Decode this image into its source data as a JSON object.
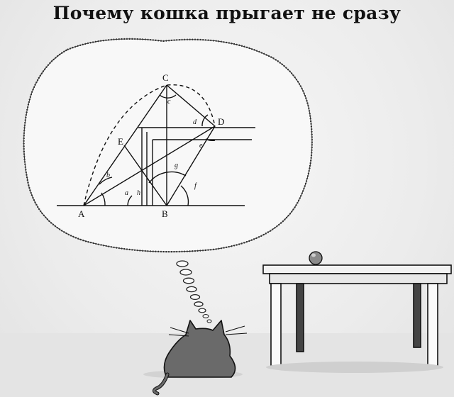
{
  "title": "Почему кошка прыгает не сразу",
  "diagram": {
    "points": {
      "A": "A",
      "B": "B",
      "C": "C",
      "D": "D",
      "E": "E"
    },
    "angles": {
      "a": "a",
      "b": "b",
      "c": "c",
      "d": "d",
      "e": "e",
      "f": "f",
      "g": "g",
      "h": "h"
    }
  },
  "icons": {
    "thought": "thought-bubble-icon",
    "cat": "cat-icon",
    "table": "table-icon",
    "ball": "ball-icon"
  }
}
